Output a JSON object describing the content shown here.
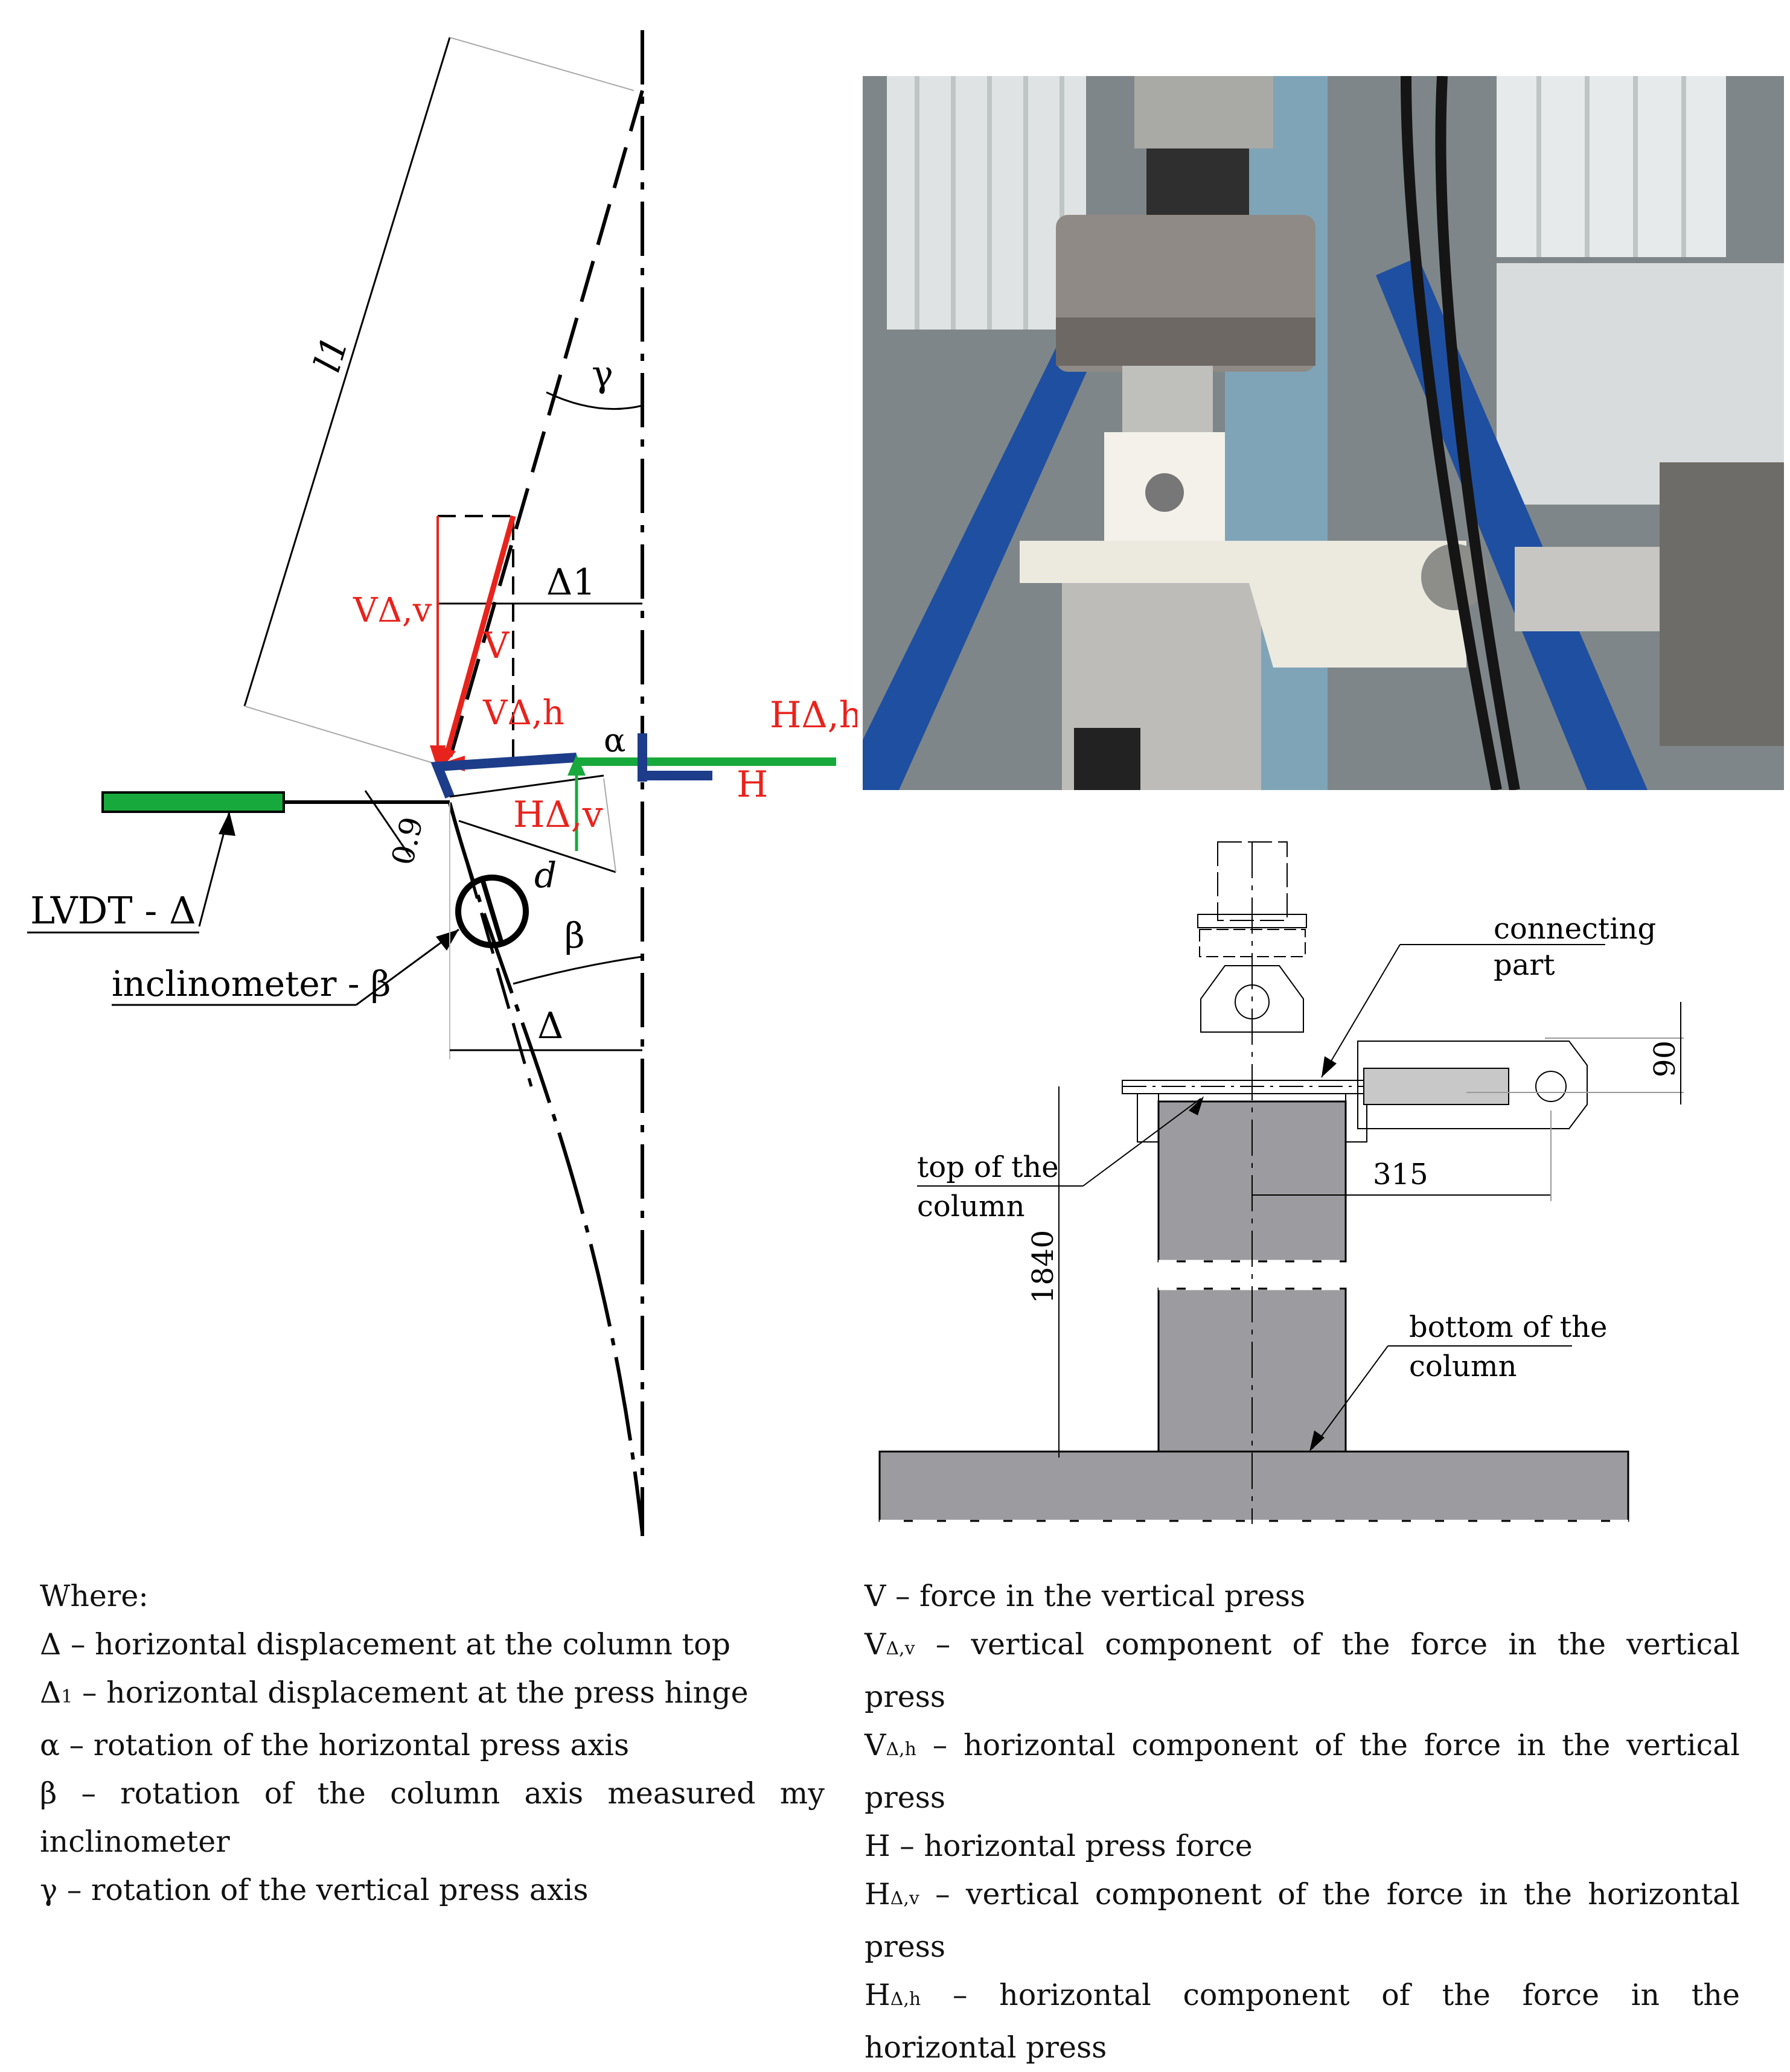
{
  "left_diagram": {
    "labels": {
      "l1": "l1",
      "gamma": "γ",
      "delta1": "Δ1",
      "v_delta_v": "VΔ,v",
      "v": "V",
      "v_delta_h": "VΔ,h",
      "h_delta_h": "HΔ,h",
      "alpha": "α",
      "h": "H",
      "h_delta_v": "HΔ,v",
      "dim_09": "0.9",
      "d": "d",
      "beta": "β",
      "delta": "Δ",
      "lvdt": "LVDT - Δ",
      "inclinometer": "inclinometer - β"
    },
    "colors": {
      "red": "#e8231c",
      "green": "#17a93b",
      "blue": "#1d3c8a",
      "black": "#000000"
    }
  },
  "photo": {
    "description_icon": "test-rig-photo"
  },
  "section_drawing": {
    "labels": {
      "connecting_part_line1": "connecting",
      "connecting_part_line2": "part",
      "dim_90": "90",
      "top_line1": "top of the",
      "top_line2": "column",
      "dim_315": "315",
      "dim_1840": "1840",
      "bottom_line1": "bottom of the",
      "bottom_line2": "column"
    },
    "colors": {
      "concrete": "#9c9ca0"
    }
  },
  "legend_left": {
    "heading": "Where:",
    "delta": {
      "sym": "Δ",
      "text": " – horizontal displacement at the column top"
    },
    "delta1": {
      "sym": "Δ",
      "sub": "1",
      "text": " – horizontal displacement at the press hinge"
    },
    "alpha": {
      "sym": "α",
      "text": " – rotation of the horizontal press axis"
    },
    "beta_line1": [
      "β",
      "–",
      "rotation",
      "of",
      "the",
      "column",
      "axis",
      "measured",
      "my"
    ],
    "beta_line2": "inclinometer",
    "gamma": {
      "sym": "γ",
      "text": " – rotation of the vertical press axis"
    }
  },
  "legend_right": {
    "v": "V – force in the vertical press",
    "v_dv_sym": "V",
    "v_dv_sub": "Δ,v",
    "v_dv_words": [
      "–",
      "vertical",
      "component",
      "of",
      "the",
      "force",
      "in",
      "the",
      "vertical"
    ],
    "v_dv_line2": "press",
    "v_dh_sym": "V",
    "v_dh_sub": "Δ,h",
    "v_dh_words": [
      "–",
      "horizontal",
      "component",
      "of",
      "the",
      "force",
      "in",
      "the",
      "vertical"
    ],
    "v_dh_line2": "press",
    "h": "H – horizontal press force",
    "h_dv_sym": "H",
    "h_dv_sub": "Δ,v",
    "h_dv_words": [
      "–",
      "vertical",
      "component",
      "of",
      "the",
      "force",
      "in",
      "the",
      "horizontal"
    ],
    "h_dv_line2": "press",
    "h_dh_sym": "H",
    "h_dh_sub": "Δ,h",
    "h_dh_words": [
      "–",
      "horizontal",
      "component",
      "of",
      "the",
      "force",
      "in",
      "the"
    ],
    "h_dh_line2": "horizontal press"
  }
}
